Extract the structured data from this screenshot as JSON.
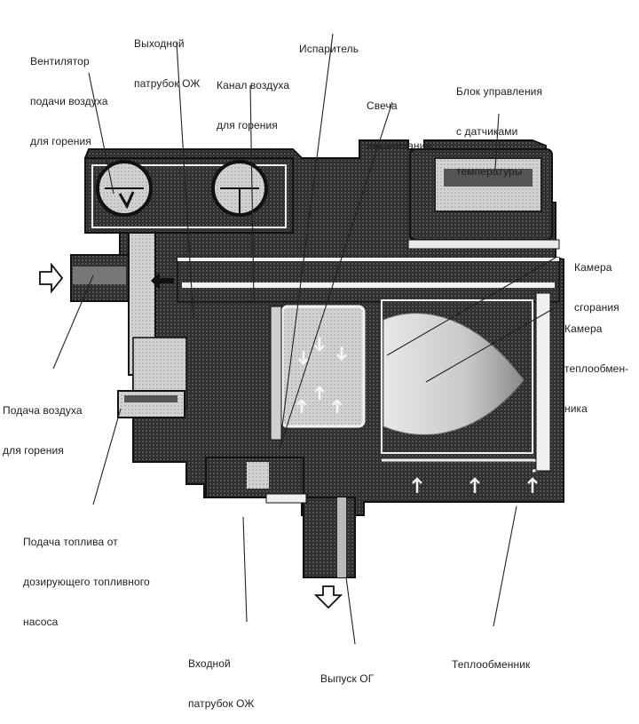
{
  "diagram": {
    "type": "technical-cross-section",
    "subject": "Air heater (combustion heater) cross-section",
    "colors": {
      "ink": "#111111",
      "paper": "#ffffff",
      "shade": "#3a3a3a",
      "light": "#d8d8d8"
    },
    "labels": [
      {
        "id": "fan",
        "lines": [
          "Вентилятор",
          "подачи воздуха",
          "для горения"
        ]
      },
      {
        "id": "coolant-outlet",
        "lines": [
          "Выходной",
          "патрубок ОЖ"
        ]
      },
      {
        "id": "air-channel",
        "lines": [
          "Канал воздуха",
          "для горения"
        ]
      },
      {
        "id": "evaporator",
        "lines": [
          "Испаритель"
        ]
      },
      {
        "id": "glow-plug",
        "lines": [
          "Свеча",
          "накаливания"
        ]
      },
      {
        "id": "control-unit",
        "lines": [
          "Блок управления",
          "с датчиками",
          "температуры"
        ]
      },
      {
        "id": "combustion-chamber",
        "lines": [
          "Камера",
          "сгорания"
        ]
      },
      {
        "id": "heat-exchanger-chamber",
        "lines": [
          "Камера",
          "теплообмен-",
          "ника"
        ]
      },
      {
        "id": "air-supply",
        "lines": [
          "Подача воздуха",
          "для горения"
        ]
      },
      {
        "id": "fuel-supply",
        "lines": [
          "Подача топлива от",
          "дозирующего топливного",
          "насоса"
        ]
      },
      {
        "id": "coolant-inlet",
        "lines": [
          "Входной",
          "патрубок ОЖ"
        ]
      },
      {
        "id": "exhaust",
        "lines": [
          "Выпуск ОГ"
        ]
      },
      {
        "id": "heat-exchanger",
        "lines": [
          "Теплообменник"
        ]
      }
    ],
    "flow_arrows": [
      "air-in-arrow",
      "air-channel-arrow",
      "exhaust-out-arrow"
    ]
  }
}
